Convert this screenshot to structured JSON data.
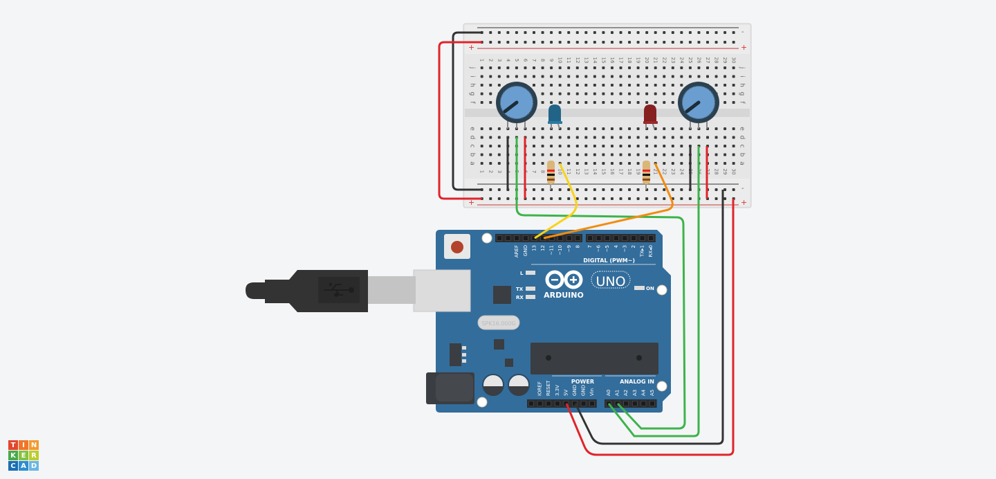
{
  "breadboard": {
    "rail_minus": "-",
    "rail_plus": "+",
    "rows_top": [
      "j",
      "i",
      "h",
      "g",
      "f"
    ],
    "rows_bottom": [
      "e",
      "d",
      "c",
      "b",
      "a"
    ],
    "columns": [
      "1",
      "2",
      "3",
      "4",
      "5",
      "6",
      "7",
      "8",
      "9",
      "10",
      "11",
      "12",
      "13",
      "14",
      "15",
      "16",
      "17",
      "18",
      "19",
      "20",
      "21",
      "22",
      "23",
      "24",
      "25",
      "26",
      "27",
      "28",
      "29",
      "30"
    ]
  },
  "arduino": {
    "brand": "ARDUINO",
    "model": "UNO",
    "digital_title": "DIGITAL (PWM~)",
    "digital_pins_left": [
      "AREF",
      "GND",
      "13",
      "12",
      "~11",
      "~10",
      "~9",
      "8"
    ],
    "digital_pins_right": [
      "7",
      "~6",
      "~5",
      "4",
      "~3",
      "2",
      "TX▸1",
      "RX◂0"
    ],
    "power_title": "POWER",
    "power_pins": [
      "IOREF",
      "RESET",
      "3.3V",
      "5V",
      "GND",
      "GND",
      "Vin"
    ],
    "analog_title": "ANALOG IN",
    "analog_pins": [
      "A0",
      "A1",
      "A2",
      "A3",
      "A4",
      "A5"
    ],
    "led_l": "L",
    "led_tx": "TX",
    "led_rx": "RX",
    "led_on": "ON",
    "crystal": "SPK16.000G"
  },
  "colors": {
    "board": "#336d9b",
    "wire_red": "#e0242a",
    "wire_black": "#333333",
    "wire_green": "#3cb44a",
    "wire_yellow": "#f7d417",
    "wire_orange": "#f28c0f",
    "led_blue": "#216488",
    "led_red": "#862020"
  },
  "logo": {
    "letters": [
      "T",
      "I",
      "N",
      "K",
      "E",
      "R",
      "C",
      "A",
      "D"
    ],
    "colors": [
      "#e4452f",
      "#f0762a",
      "#f29a2f",
      "#4aa84a",
      "#86c241",
      "#bccd2c",
      "#1b6db3",
      "#2c8ed0",
      "#6ab6e2"
    ]
  }
}
